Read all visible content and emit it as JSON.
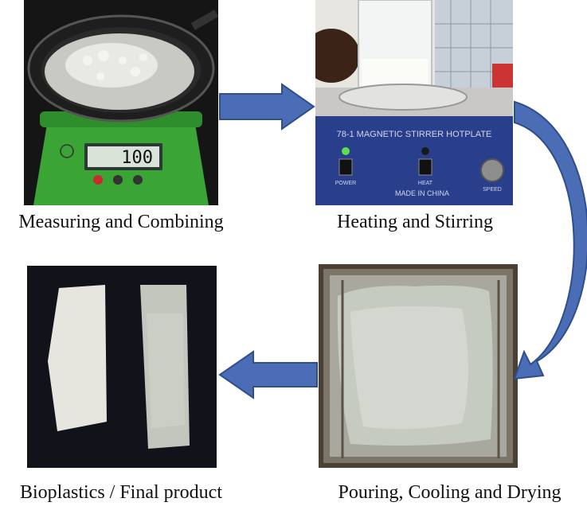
{
  "steps": [
    {
      "caption": "Measuring and Combining",
      "scale_display": "100"
    },
    {
      "caption": "Heating and Stirring",
      "device_label": "78-1 MAGNETIC STIRRER HOTPLATE",
      "made_in": "MADE IN CHINA",
      "power_label": "POWER",
      "heat_label": "HEAT",
      "speed_label": "SPEED"
    },
    {
      "caption": "Pouring, Cooling and Drying"
    },
    {
      "caption": "Bioplastics / Final product"
    }
  ],
  "colors": {
    "arrow": "#4a6db5",
    "arrow_stroke": "#2f4e8e"
  }
}
